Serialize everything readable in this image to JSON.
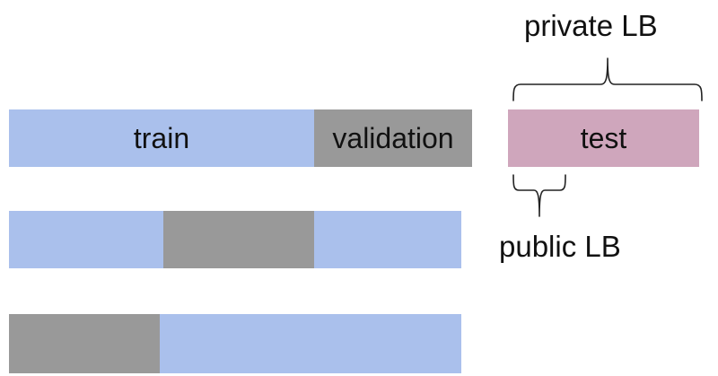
{
  "colors": {
    "train": "#aac0ec",
    "validation": "#999999",
    "test": "#cfa6bc"
  },
  "rows": [
    {
      "train_label": "train",
      "validation_label": "validation"
    }
  ],
  "test_label": "test",
  "private_lb_label": "private LB",
  "public_lb_label": "public LB"
}
